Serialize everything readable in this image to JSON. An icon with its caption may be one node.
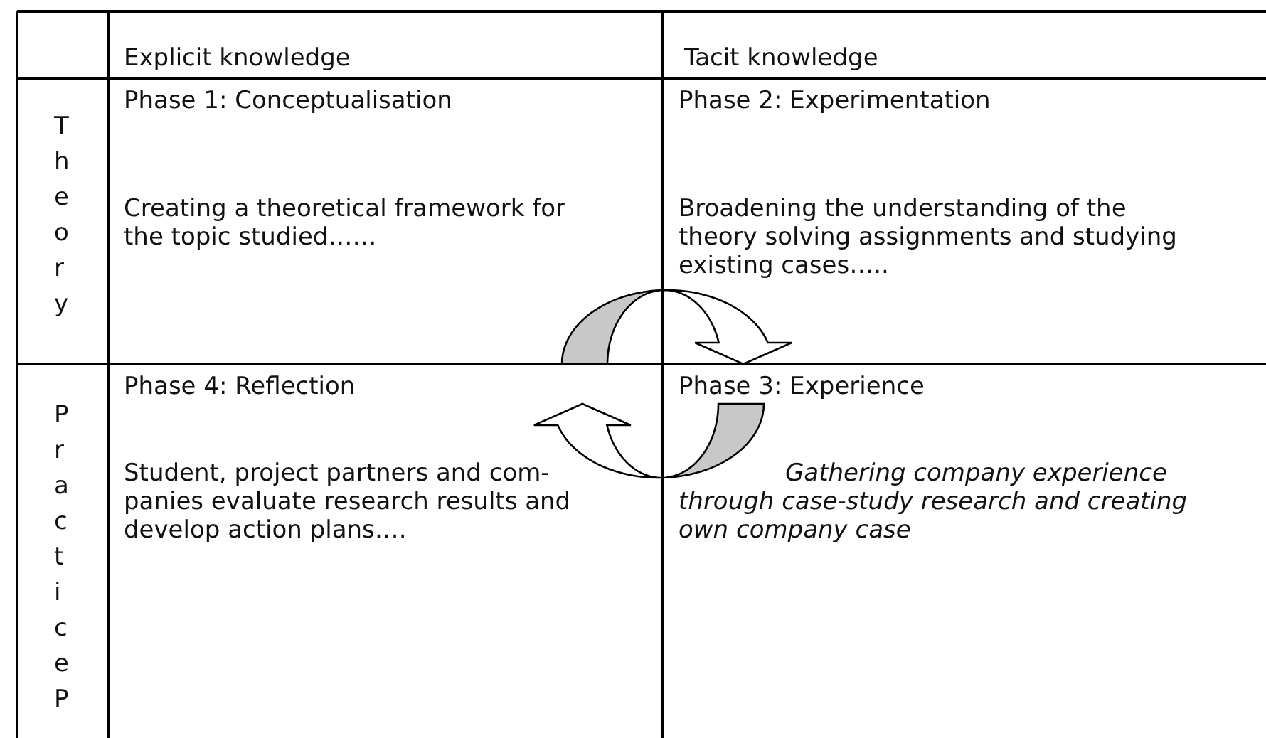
{
  "diagram": {
    "nodes": [
      {
        "text": [
          "Phase 1: Conceptualisation",
          "Creating a theoretical framework for the topic studied……"
        ]
      },
      {
        "text": [
          "Phase 2: Experimentation",
          "Broadening the understanding of the theory solving assignments and studying existing cases….."
        ]
      },
      {
        "text": [
          "Phase 4: Reflection",
          "Student, project partners and com- panies evaluate research results and develop action plans…."
        ]
      },
      {
        "text": [
          "Phase 3: Experience",
          "Gathering company experience through case-study research and creating own company case"
        ]
      }
    ],
    "edges": [
      {
        "from": 0,
        "to": 1,
        "arrow": "to"
      },
      {
        "from": 3,
        "to": 2,
        "arrow": "to"
      }
    ],
    "labels": [
      "Explicit knowledge",
      "Tacit knowledge",
      "Theory",
      "Practice P"
    ]
  }
}
